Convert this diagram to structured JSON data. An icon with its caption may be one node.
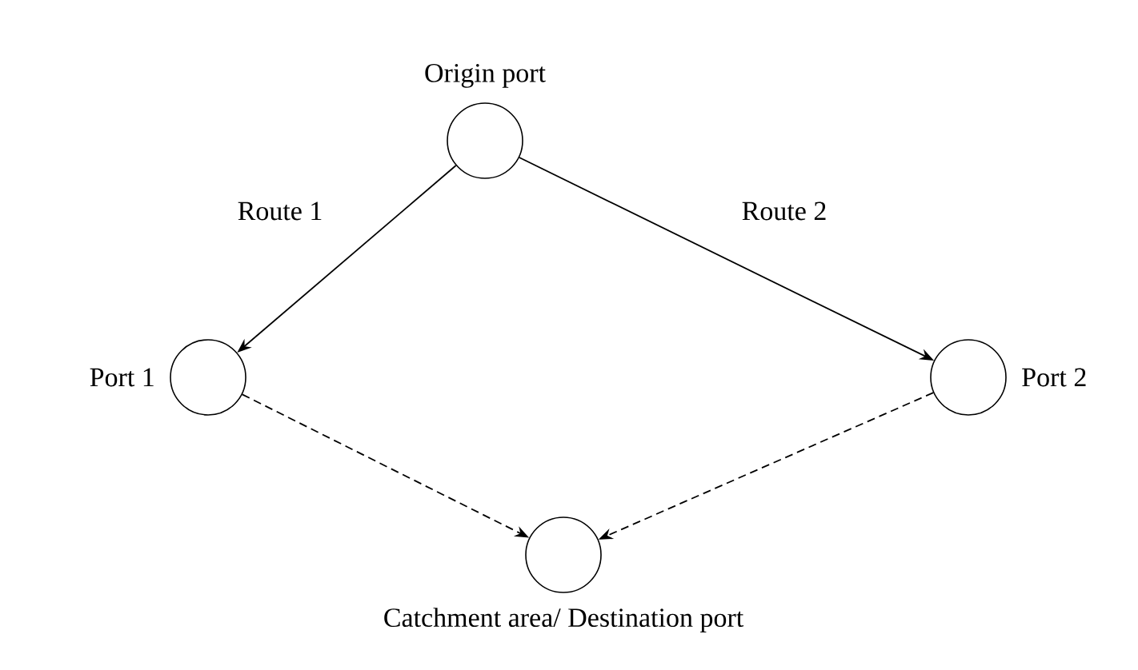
{
  "diagram": {
    "nodes": [
      {
        "text": [],
        "shape": "circle",
        "beside": [
          "Origin port"
        ]
      },
      {
        "text": [],
        "shape": "circle",
        "beside": [
          "Port 1"
        ]
      },
      {
        "text": [],
        "shape": "circle",
        "beside": [
          "Port 2"
        ]
      },
      {
        "text": [],
        "shape": "circle",
        "beside": [
          "Catchment area/ Destination port"
        ]
      }
    ],
    "edges": [
      {
        "from": 0,
        "to": 1,
        "arrow": "to",
        "label": "Route 1"
      },
      {
        "from": 0,
        "to": 2,
        "arrow": "to",
        "label": "Route 2"
      },
      {
        "from": 1,
        "to": 3,
        "arrow": "to",
        "style": "dashed"
      },
      {
        "from": 2,
        "to": 3,
        "arrow": "to",
        "style": "dashed"
      }
    ]
  }
}
